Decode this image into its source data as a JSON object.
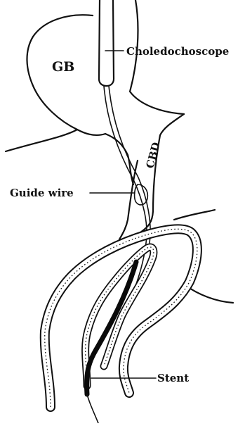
{
  "labels": {
    "gallbladder": "GB",
    "choledochoscope": "Choledochoscope",
    "cbd": "CBD",
    "guide_wire": "Guide wire",
    "stent": "Stent"
  },
  "colors": {
    "ink": "#111111",
    "background": "#ffffff"
  }
}
